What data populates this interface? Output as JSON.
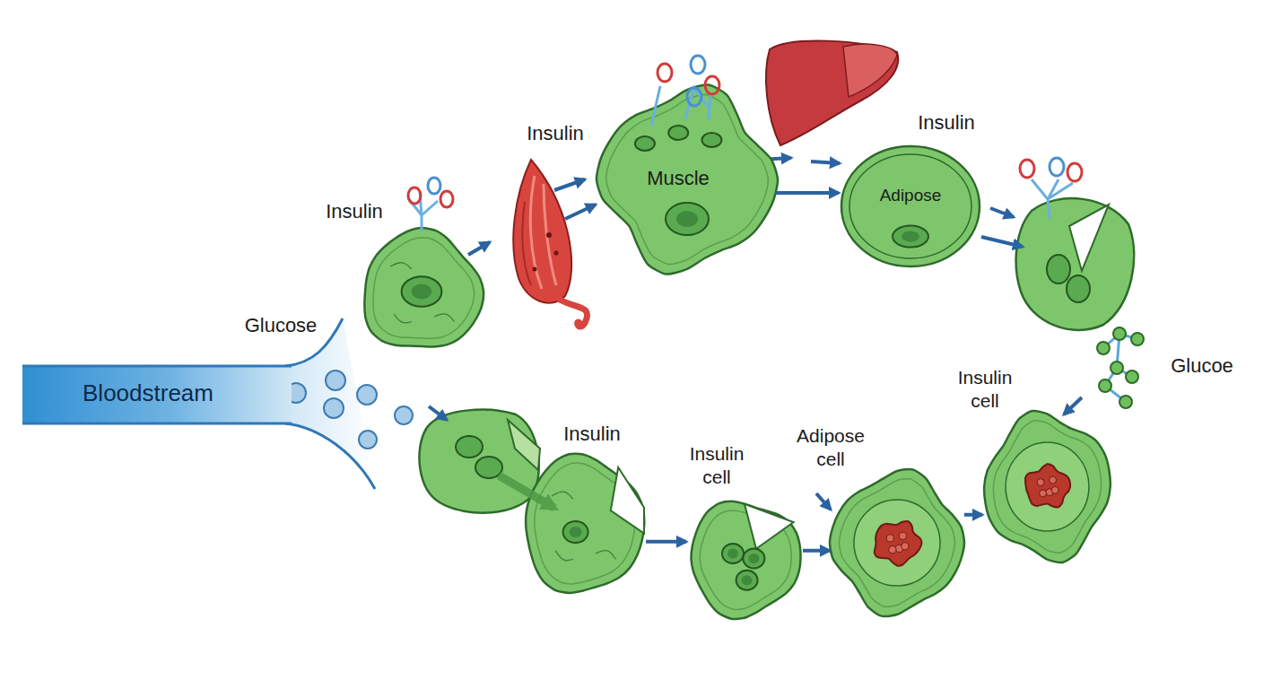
{
  "diagram": {
    "nodes": [
      {
        "text": [
          "Bloodstream"
        ]
      },
      {
        "text": [
          "Insulin"
        ]
      },
      {
        "text": [
          "Insulin",
          "Muscle"
        ]
      },
      {
        "text": [
          "Insulin",
          "Adipose"
        ]
      },
      {
        "text": [
          "Insulin"
        ]
      },
      {
        "text": [
          "Insulin cell"
        ]
      },
      {
        "text": [
          "Adipose cell"
        ]
      },
      {
        "text": [
          "Insulin cell"
        ]
      }
    ],
    "edges": [
      {
        "from": 2,
        "to": 3,
        "arrow": "to"
      },
      {
        "from": 4,
        "to": 5,
        "arrow": "to"
      },
      {
        "from": 5,
        "to": 6,
        "arrow": "to"
      },
      {
        "from": 6,
        "to": 7,
        "arrow": "to"
      }
    ],
    "labels": [
      "Glucose",
      "Glucoe"
    ]
  }
}
